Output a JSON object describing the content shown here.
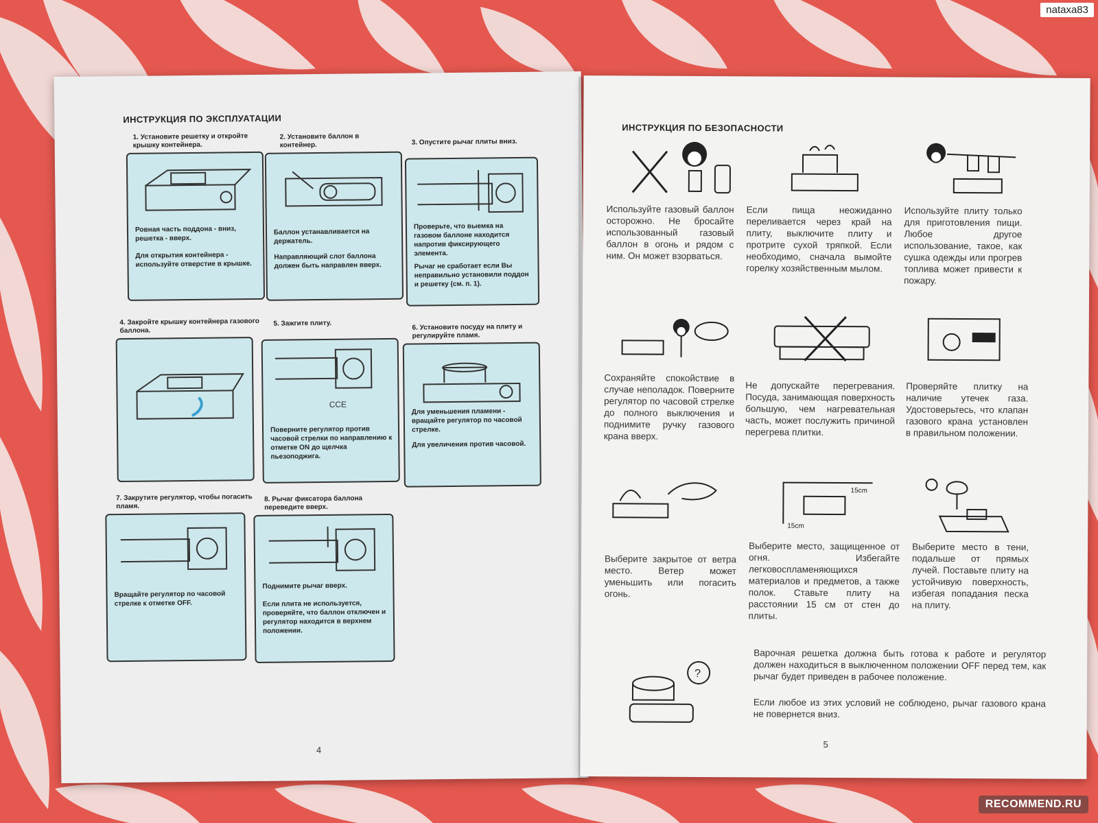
{
  "watermarks": {
    "user": "nataxa83",
    "site": "RECOMMEND.RU"
  },
  "colors": {
    "tablecloth": "#e4584f",
    "leaf": "#f3e2e0",
    "panel": "#cde8ec",
    "page": "#f1f1f0"
  },
  "left_page": {
    "title": "ИНСТРУКЦИЯ ПО ЭКСПЛУАТАЦИИ",
    "page_number": "4",
    "steps": [
      {
        "heading": "1. Установите решетку и откройте крышку контейнера.",
        "text": [
          "Ровная часть поддона - вниз, решетка - вверх.",
          "Для открытия контейнера - используйте отверстие в крышке."
        ]
      },
      {
        "heading": "2. Установите баллон в контейнер.",
        "text": [
          "Баллон устанавливается на держатель.",
          "Направляющий слот баллона должен быть направлен вверх."
        ]
      },
      {
        "heading": "3. Опустите рычаг плиты вниз.",
        "text": [
          "Проверьте, что выемка на газовом баллоне находится напротив фиксирующего элемента.",
          "Рычаг не сработает если Вы неправильно установили поддон и решетку (см. п. 1)."
        ]
      },
      {
        "heading": "4. Закройте крышку контейнера газового баллона.",
        "text": []
      },
      {
        "heading": "5. Зажгите плиту.",
        "text": [
          "Поверните регулятор против часовой стрелки по направлению к отметке ON до щелчка пьезоподжига."
        ]
      },
      {
        "heading": "6. Установите посуду на плиту и регулируйте пламя.",
        "text": [
          "Для уменьшения пламени - вращайте регулятор по часовой стрелке.",
          "Для увеличения против часовой."
        ]
      },
      {
        "heading": "7. Закрутите регулятор, чтобы погасить пламя.",
        "text": [
          "Вращайте регулятор по часовой стрелке к отметке OFF."
        ]
      },
      {
        "heading": "8. Рычаг фиксатора баллона переведите вверх.",
        "text": [
          "Поднимите рычаг вверх.",
          "Если плита не используется, проверяйте, что баллон отключен и регулятор находится в верхнем положении."
        ]
      }
    ]
  },
  "right_page": {
    "title": "ИНСТРУКЦИЯ ПО БЕЗОПАСНОСТИ",
    "page_number": "5",
    "items": [
      "Используйте газовый баллон осторожно. Не бросайте использованный газовый баллон в огонь и рядом с ним. Он может взорваться.",
      "Если пища неожиданно переливается через край на плиту, выключите плиту и протрите сухой тряпкой. Если необходимо, сначала вымойте горелку хозяйственным мылом.",
      "Используйте плиту только для приготовления пищи. Любое другое использование, такое, как сушка одежды или прогрев топлива может привести к пожару.",
      "Сохраняйте спокойствие в случае неполадок. Поверните регулятор по часовой стрелке до полного выключения и поднимите ручку газового крана вверх.",
      "Не допускайте перегревания. Посуда, занимающая поверхность большую, чем нагревательная часть, может послужить причиной перегрева плитки.",
      "Проверяйте плитку на наличие утечек газа. Удостоверьтесь, что клапан газового крана установлен в правильном положении.",
      "Выберите закрытое от ветра место. Ветер может уменьшить или погасить огонь.",
      "Выберите место, защищенное от огня. Избегайте легковоспламеняющихся материалов и предметов, а также полок. Ставьте плиту на расстоянии 15 см от стен до плиты.",
      "Выберите место в тени, подальше от прямых лучей. Поставьте плиту на устойчивую поверхность, избегая попадания песка на плиту."
    ],
    "final_note": [
      "Варочная решетка должна быть готова к работе и регулятор должен находиться в выключенном положении OFF перед тем, как рычаг будет приведен в рабочее положение.",
      "Если любое из этих условий не соблюдено, рычаг газового крана не повернется вниз."
    ],
    "art_labels": {
      "distance_a": "15cm",
      "distance_b": "15cm"
    }
  }
}
